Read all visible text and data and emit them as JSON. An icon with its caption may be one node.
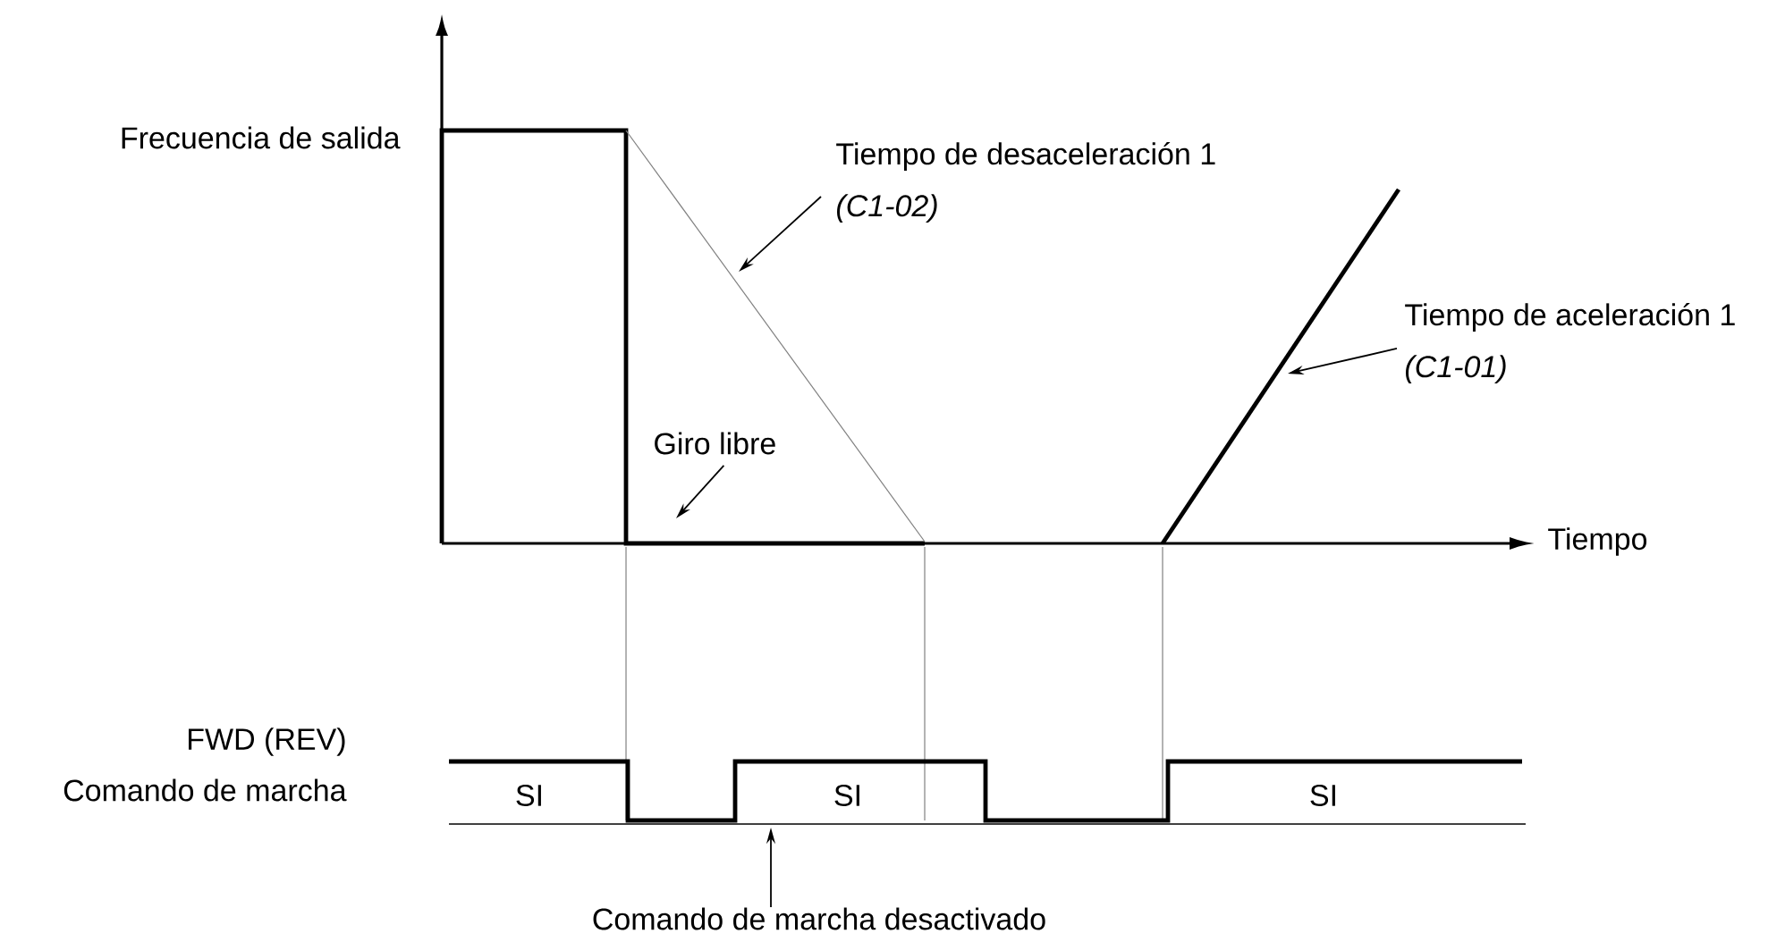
{
  "diagram": {
    "nodes": [
      {
        "text": [
          "Tiempo de desaceleración 1",
          "(C1-02)"
        ]
      },
      {
        "text": [
          "Giro libre"
        ]
      },
      {
        "text": [
          "Tiempo de aceleración 1",
          "(C1-01)"
        ]
      },
      {
        "text": [
          "Comando de marcha desactivado"
        ]
      }
    ],
    "edges": [
      {
        "from": 0,
        "to": null,
        "arrow": "to"
      },
      {
        "from": 1,
        "to": null,
        "arrow": "to"
      },
      {
        "from": 2,
        "to": null,
        "arrow": "to"
      },
      {
        "from": 3,
        "to": null,
        "arrow": "to"
      }
    ],
    "labels": [
      "Frecuencia de salida",
      "Tiempo",
      "FWD (REV)",
      "Comando de marcha",
      "SI",
      "SI",
      "SI"
    ]
  }
}
